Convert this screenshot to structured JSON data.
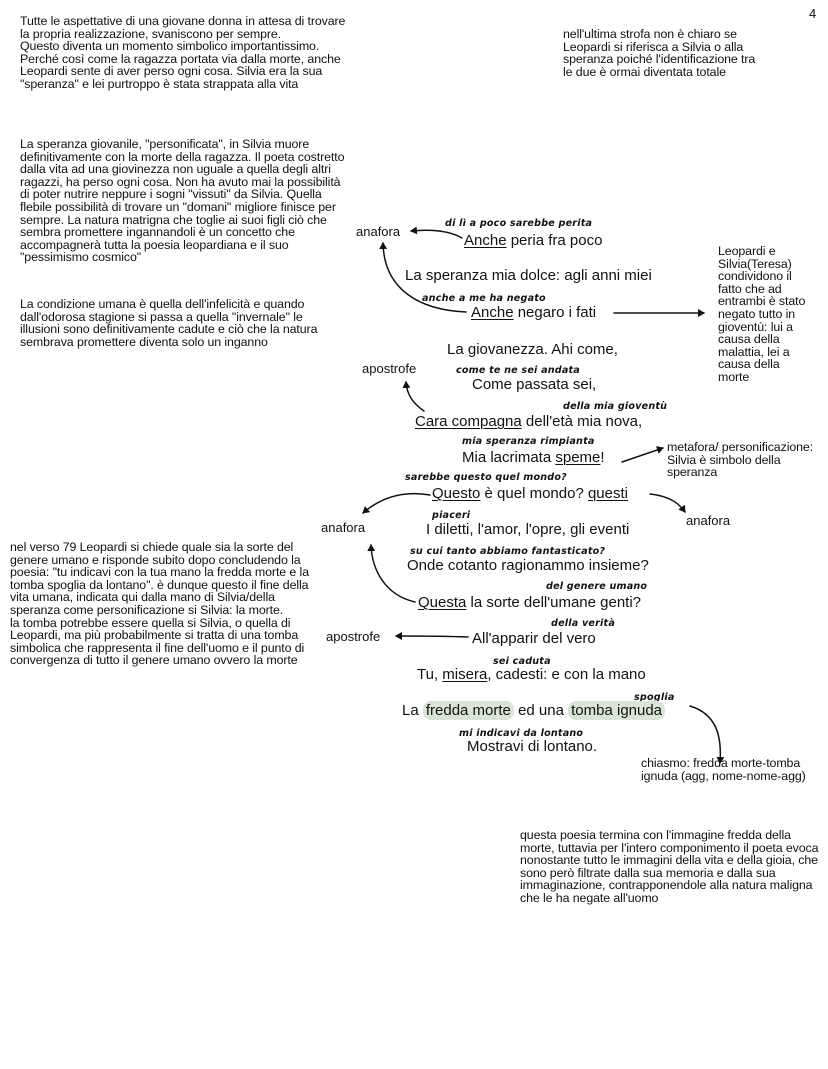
{
  "page_number": "4",
  "left_notes": {
    "n1": "Tutte le aspettative di una giovane donna in attesa di trovare la propria realizzazione, svaniscono per sempre.",
    "n2": "Questo diventa un momento simbolico importantissimo. Perché così come la ragazza portata via dalla morte, anche Leopardi sente di aver perso ogni cosa. Silvia era la sua \"speranza\" e lei purtroppo è stata strappata alla vita",
    "n3": "La speranza giovanile, \"personificata\", in Silvia muore definitivamente con la morte della ragazza. Il poeta costretto dalla vita ad una giovinezza non uguale a quella degli altri ragazzi, ha perso ogni cosa. Non ha avuto mai la possibilità di poter nutrire neppure i sogni \"vissuti\" da Silvia. Quella flebile possibilità di trovare un \"domani\" migliore finisce per sempre. La natura matrigna che toglie ai suoi figli ciò che sembra promettere ingannandoli è un concetto che accompagnerà tutta la poesia leopardiana e il suo \"pessimismo cosmico\"",
    "n4": "La condizione umana è quella dell'infelicità e quando dall'odorosa stagione si passa a quella \"invernale\" le illusioni sono definitivamente cadute e ciò che la natura sembrava promettere diventa solo un inganno",
    "n5": "nel verso 79 Leopardi si chiede quale sia la sorte del genere umano e risponde subito dopo concludendo la poesia: \"tu indicavi con la tua mano la fredda morte e la tomba spoglia da lontano\". è dunque questo il fine della vita umana, indicata qui dalla mano di Silvia/della speranza come personificazione si Silvia: la morte.",
    "n6": "la tomba potrebbe essere quella si Silvia, o quella di Leopardi, ma più probabilmente si tratta di una tomba simbolica che rappresenta il fine dell'uomo e il punto di convergenza di tutto il genere umano ovvero la morte"
  },
  "right_notes": {
    "top": "nell'ultima strofa non è chiaro se Leopardi si riferisca a Silvia o alla speranza poiché l'identificazione tra le due è ormai diventata totale",
    "leopardi": "Leopardi e Silvia(Teresa) condividono il fatto che ad entrambi è stato negato tutto in gioventù: lui a causa della malattia, lei a causa della morte",
    "metafora": "metafora/ personificazione: Silvia è simbolo della speranza",
    "chiasmo": "chiasmo: fredda morte-tomba ignuda (agg, nome-nome-agg)",
    "conclusion": "questa poesia termina con l'immagine fredda della morte, tuttavia per l'intero componimento il poeta evoca nonostante tutto le immagini della vita e della gioia, che sono però filtrate dalla sua memoria e dalla sua immaginazione, contrapponendole alla natura maligna che le ha negate all'uomo"
  },
  "labels": {
    "anafora": "anafora",
    "apostrofe": "apostrofe"
  },
  "glosses": {
    "g1": "di lì a poco sarebbe perita",
    "g2": "anche a me ha negato",
    "g3": "come te ne sei andata",
    "g4": "della mia gioventù",
    "g5": "mia speranza rimpianta",
    "g6": "sarebbe questo quel mondo?",
    "g7": "piaceri",
    "g8": "su cui tanto abbiamo fantasticato?",
    "g9": "del genere umano",
    "g10": "della verità",
    "g11": "sei caduta",
    "g12": "spoglia",
    "g13": "mi indicavi da lontano"
  },
  "verses": {
    "v1a": "Anche",
    "v1b": " peria fra poco",
    "v2": "La speranza mia dolce: agli anni miei",
    "v3a": "Anche",
    "v3b": " negaro i fati",
    "v4": "La giovanezza. Ahi come,",
    "v5": "Come passata sei,",
    "v6a": "Cara compagna",
    "v6b": " dell'età mia nova,",
    "v7a": "Mia lacrimata ",
    "v7b": "speme",
    "v7c": "!",
    "v8a": "Questo",
    "v8b": " è quel mondo? ",
    "v8c": "questi",
    "v9": "I diletti, l'amor, l'opre, gli eventi",
    "v10": "Onde cotanto ragionammo insieme?",
    "v11a": "Questa",
    "v11b": " la sorte dell'umane genti?",
    "v12": "All'apparir del vero",
    "v13a": "Tu, ",
    "v13b": "misera",
    "v13c": ", cadesti: e con la mano",
    "v14a": "La ",
    "v14b": "fredda morte",
    "v14c": " ed una ",
    "v14d": "tomba ignuda",
    "v15": "Mostravi di lontano."
  }
}
